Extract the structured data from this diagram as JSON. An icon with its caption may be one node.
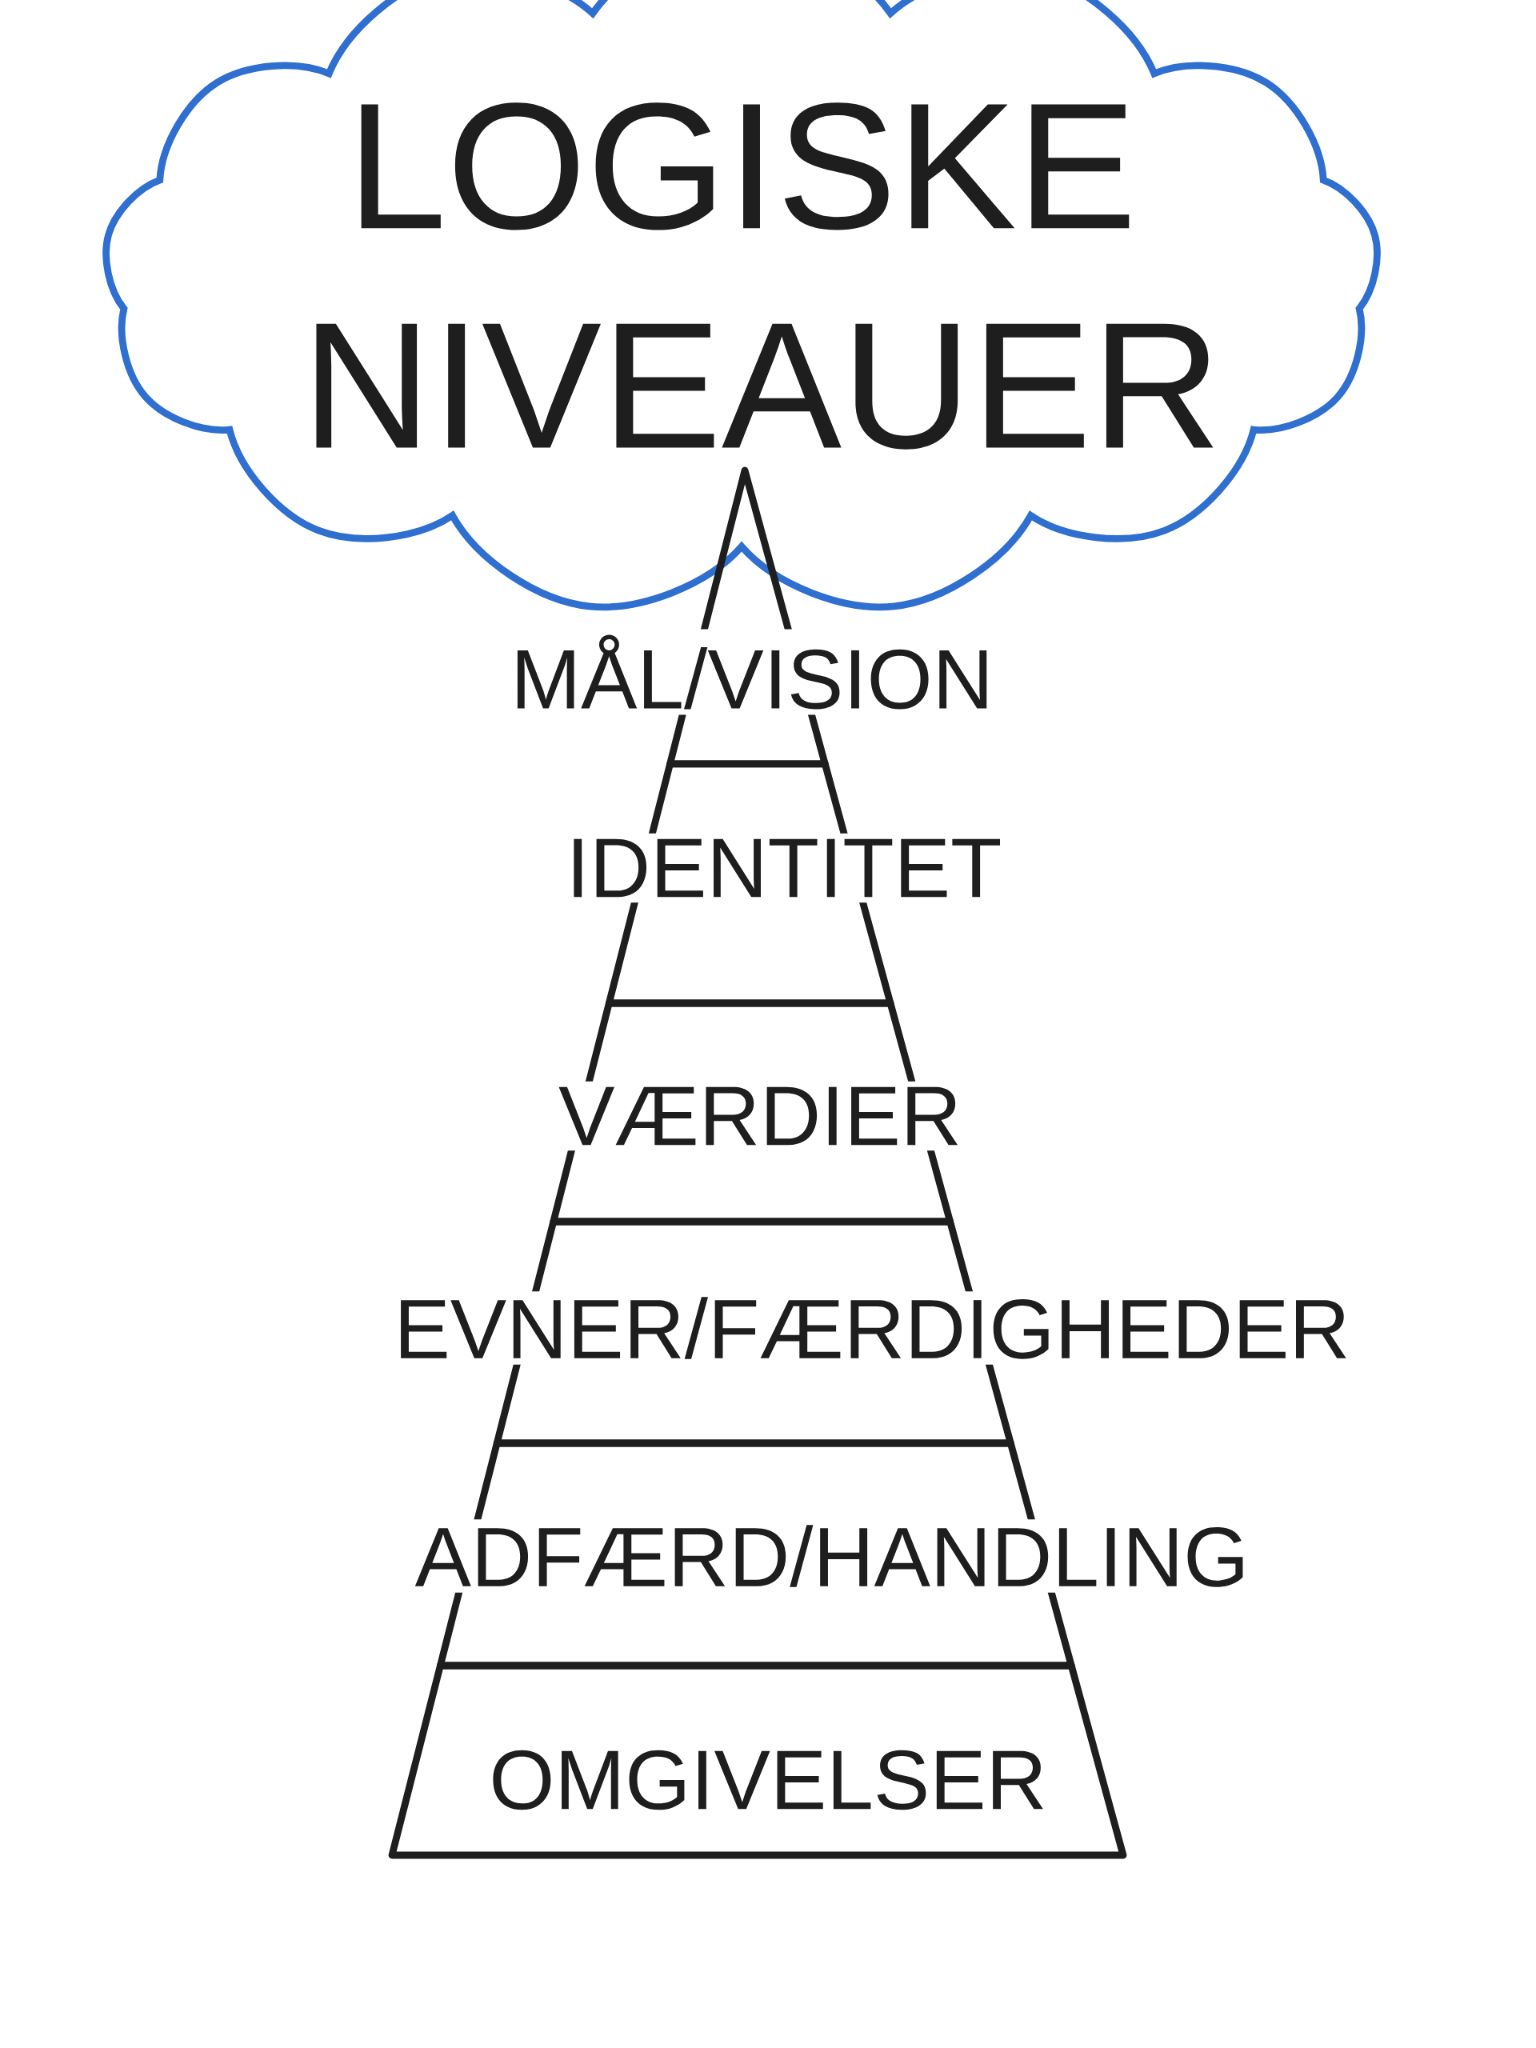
{
  "diagram": {
    "nodes": [
      {
        "text": [
          "LOGISKE NIVEAUER"
        ]
      },
      {
        "text": [
          "MÅL/VISION"
        ]
      },
      {
        "text": [
          "IDENTITET"
        ]
      },
      {
        "text": [
          "VÆRDIER"
        ]
      },
      {
        "text": [
          "EVNER/FÆRDIGHEDER"
        ]
      },
      {
        "text": [
          "ADFÆRD/HANDLING"
        ]
      },
      {
        "text": [
          "OMGIVELSER"
        ]
      }
    ]
  }
}
